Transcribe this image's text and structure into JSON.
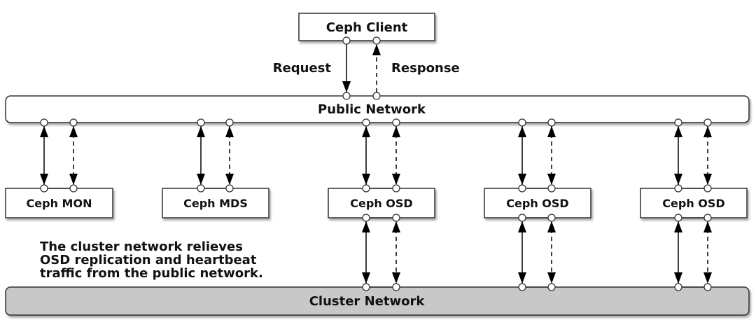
{
  "client": {
    "label": "Ceph Client"
  },
  "request_label": "Request",
  "response_label": "Response",
  "public_network": {
    "label": "Public Network"
  },
  "cluster_network": {
    "label": "Cluster Network",
    "fill": "#c8c8c8"
  },
  "nodes": [
    {
      "label": "Ceph MON"
    },
    {
      "label": "Ceph MDS"
    },
    {
      "label": "Ceph OSD"
    },
    {
      "label": "Ceph OSD"
    },
    {
      "label": "Ceph OSD"
    }
  ],
  "note": [
    "The cluster network relieves",
    "OSD replication and heartbeat",
    "traffic from the public network."
  ]
}
